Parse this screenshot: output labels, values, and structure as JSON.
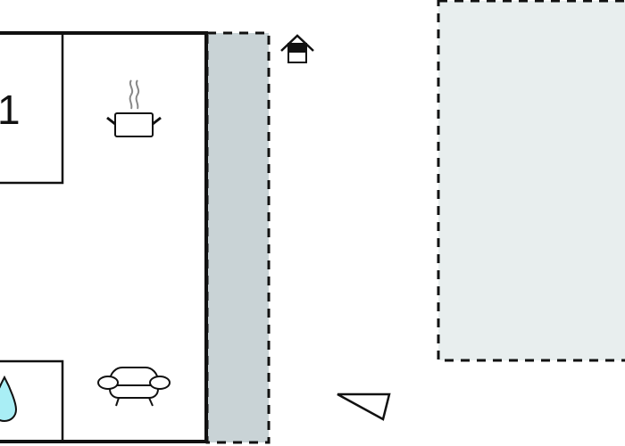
{
  "plan": {
    "rooms": [
      {
        "id": "room-1",
        "label": "1",
        "type": "bedroom"
      },
      {
        "id": "kitchen-living",
        "label": "",
        "type": "kitchen-living"
      },
      {
        "id": "bathroom",
        "label": "",
        "type": "bathroom"
      }
    ],
    "icons": [
      {
        "name": "cooking-pot-icon",
        "meaning": "kitchen"
      },
      {
        "name": "armchair-icon",
        "meaning": "living-room"
      },
      {
        "name": "water-drop-icon",
        "meaning": "bathroom"
      },
      {
        "name": "house-entrance-icon",
        "meaning": "entrance"
      },
      {
        "name": "compass-arrow-icon",
        "meaning": "north-indicator"
      }
    ],
    "outdoor_areas": [
      {
        "id": "terrace",
        "type": "covered-terrace",
        "style": "dashed"
      },
      {
        "id": "garden",
        "type": "outdoor-area",
        "style": "dashed"
      }
    ]
  },
  "colors": {
    "wall": "#111111",
    "terrace_fill": "#c9d3d6",
    "garden_fill": "#e8eeee",
    "water_fill": "#a9eef5",
    "steam": "#888888"
  }
}
